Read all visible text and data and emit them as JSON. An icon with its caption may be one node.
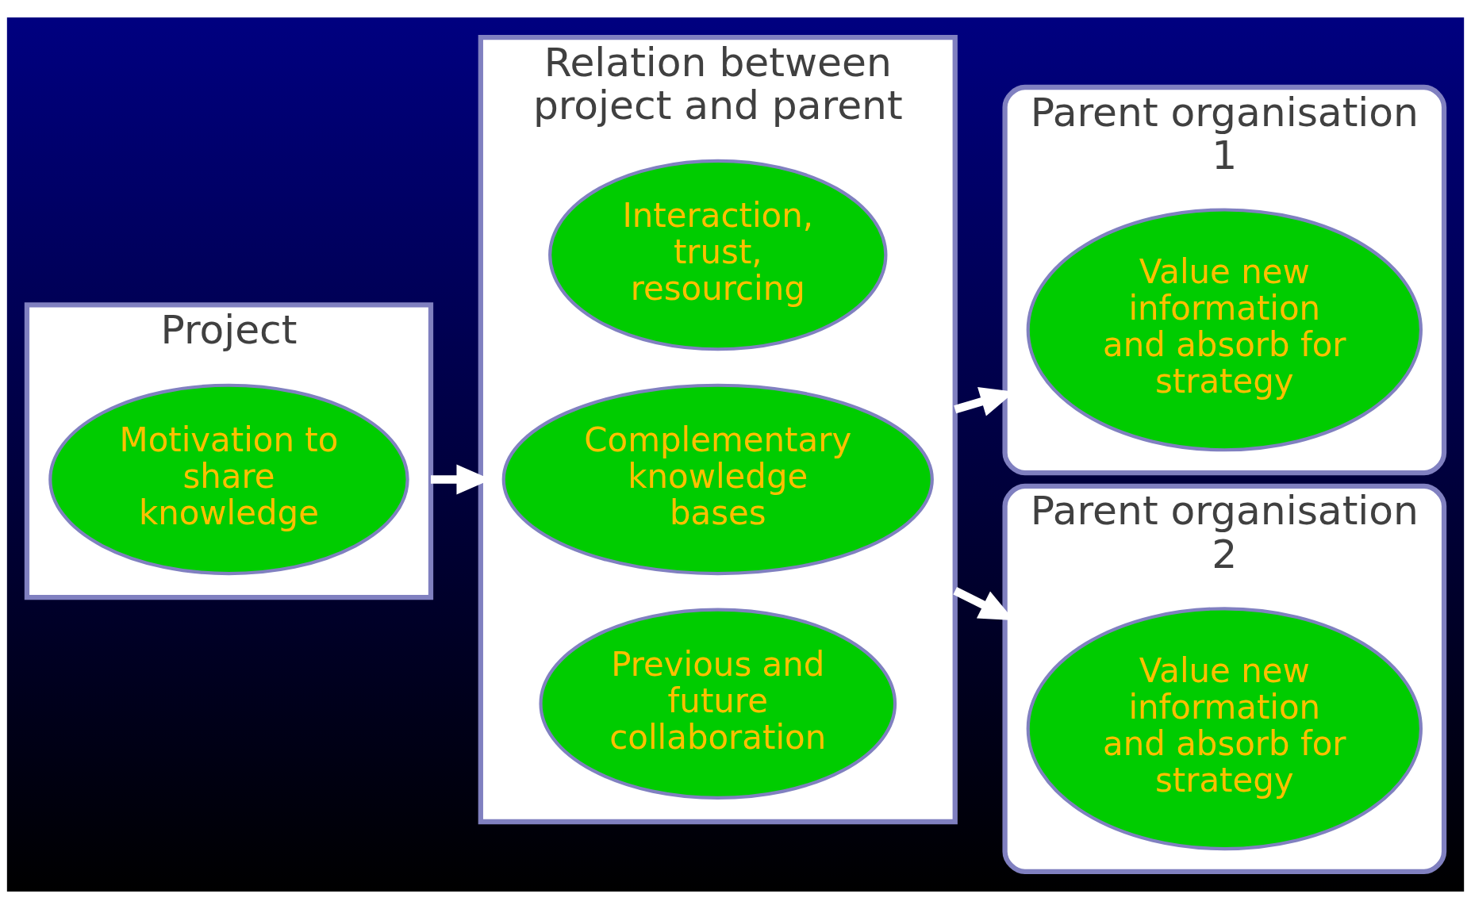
{
  "diagram": {
    "nodes": [
      {
        "text": [
          "Project"
        ]
      },
      {
        "text": [
          "Motivation to share knowledge"
        ],
        "in": 0
      },
      {
        "text": [
          "Relation between project and parent"
        ]
      },
      {
        "text": [
          "Interaction, trust, resourcing"
        ],
        "in": 2
      },
      {
        "text": [
          "Complementary knowledge bases"
        ],
        "in": 2
      },
      {
        "text": [
          "Previous and future collaboration"
        ],
        "in": 2
      },
      {
        "text": [
          "Parent organisation 1"
        ]
      },
      {
        "text": [
          "Value new information and absorb for strategy"
        ],
        "in": 6
      },
      {
        "text": [
          "Parent organisation 2"
        ]
      },
      {
        "text": [
          "Value new information and absorb for strategy"
        ],
        "in": 8
      }
    ],
    "edges": [
      {
        "from": 0,
        "to": 2,
        "arrow": "to"
      },
      {
        "from": 2,
        "to": 6,
        "arrow": "to"
      },
      {
        "from": 2,
        "to": 8,
        "arrow": "to"
      }
    ]
  }
}
